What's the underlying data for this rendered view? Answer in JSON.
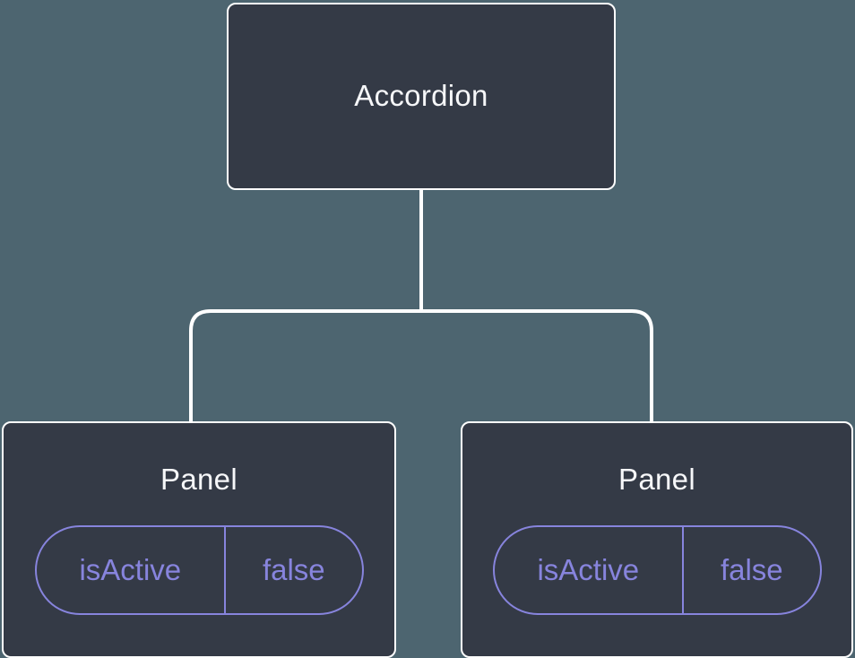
{
  "diagram": {
    "type": "component-tree",
    "root": {
      "label": "Accordion"
    },
    "children": [
      {
        "label": "Panel",
        "state": {
          "key": "isActive",
          "value": "false"
        }
      },
      {
        "label": "Panel",
        "state": {
          "key": "isActive",
          "value": "false"
        }
      }
    ],
    "colors": {
      "background": "#4d6570",
      "node_bg": "#343a46",
      "node_border": "#ffffff",
      "connector": "#ffffff",
      "state_accent": "#8784dd",
      "text": "#f6f7f9"
    }
  }
}
